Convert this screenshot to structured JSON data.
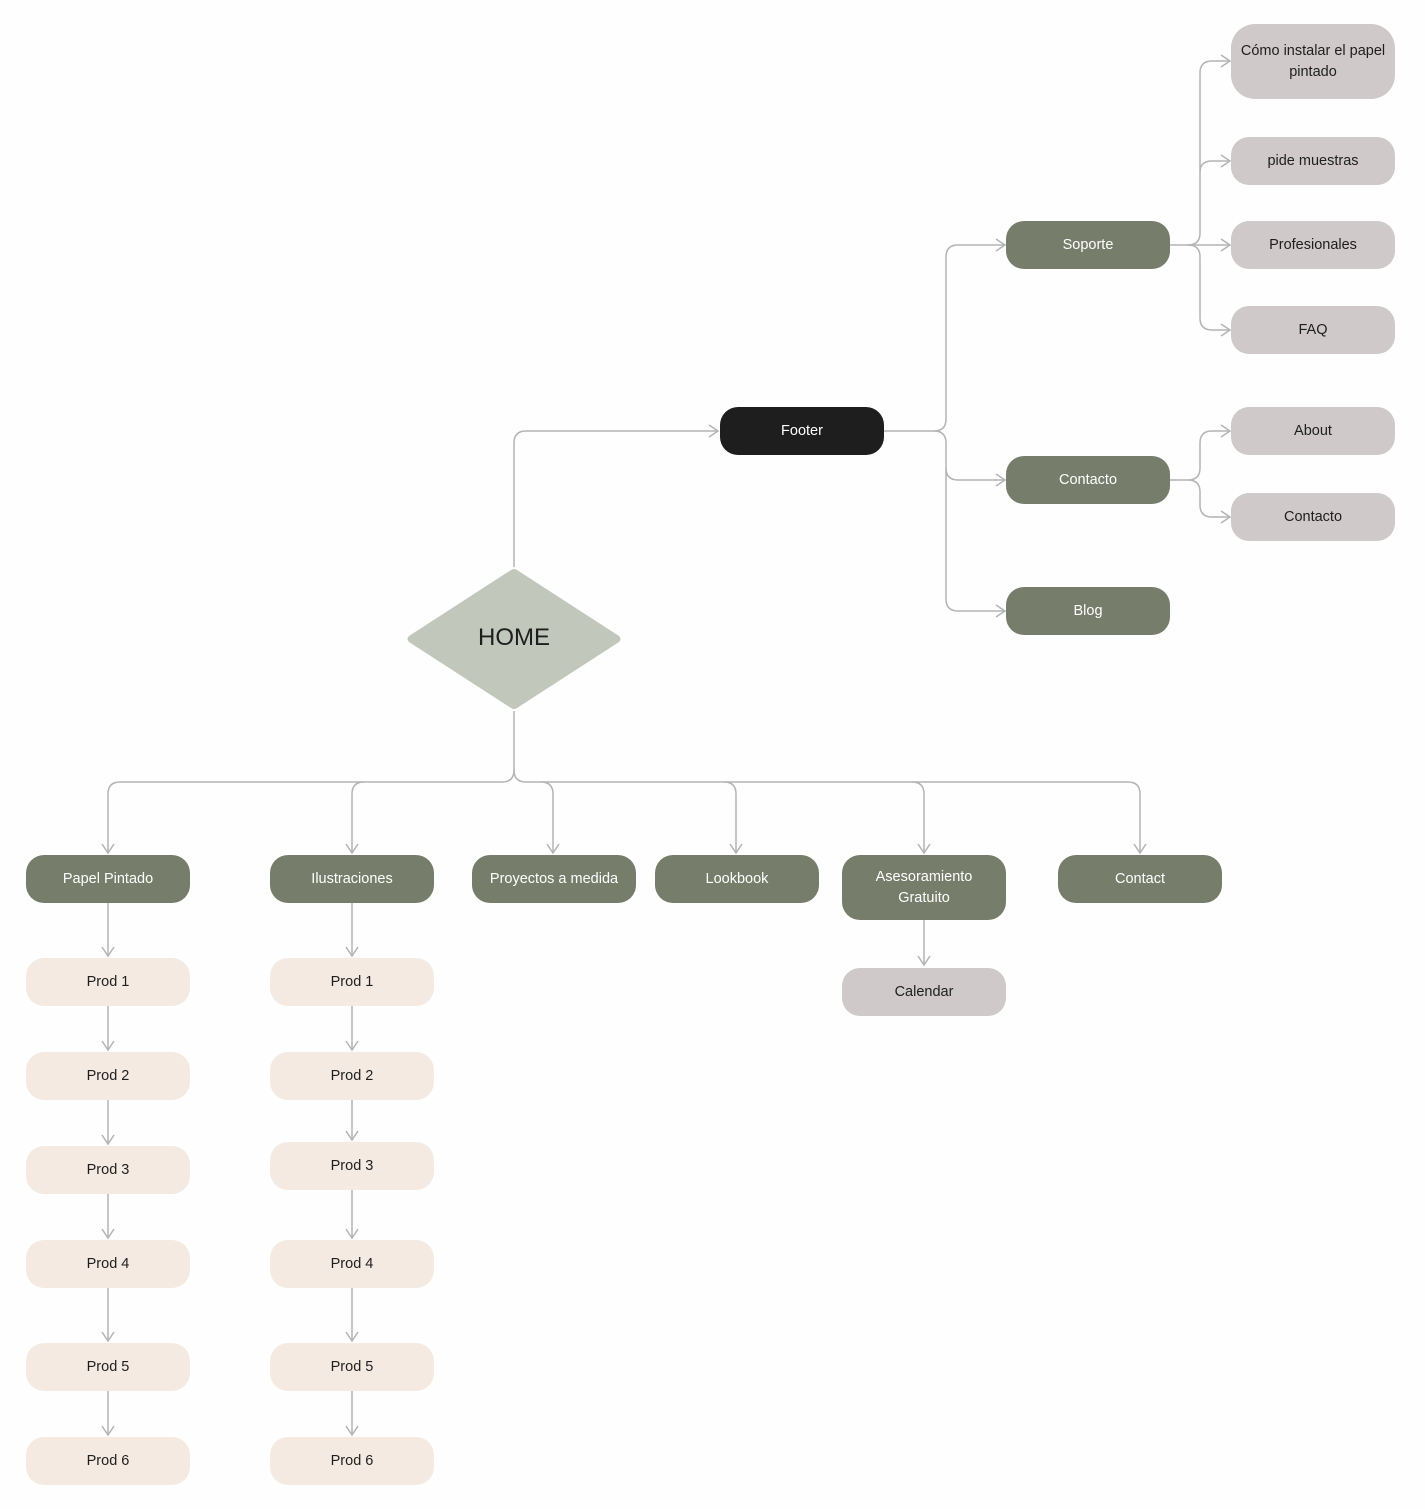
{
  "diagram": {
    "home": "HOME",
    "footer": "Footer",
    "footer_children": {
      "soporte": "Soporte",
      "contacto": "Contacto",
      "blog": "Blog"
    },
    "soporte_children": {
      "instalar": "Cómo instalar el papel pintado",
      "muestras": "pide muestras",
      "profesionales": "Profesionales",
      "faq": "FAQ"
    },
    "contacto_children": {
      "about": "About",
      "contacto": "Contacto"
    },
    "sections": {
      "papel_pintado": "Papel Pintado",
      "ilustraciones": "Ilustraciones",
      "proyectos": "Proyectos a medida",
      "lookbook": "Lookbook",
      "asesoramiento": "Asesoramiento Gratuito",
      "contact": "Contact"
    },
    "calendar": "Calendar",
    "papel_products": [
      "Prod 1",
      "Prod 2",
      "Prod 3",
      "Prod 4",
      "Prod 5",
      "Prod 6"
    ],
    "ilustraciones_products": [
      "Prod 1",
      "Prod 2",
      "Prod 3",
      "Prod 4",
      "Prod 5",
      "Prod 6"
    ]
  },
  "colors": {
    "section_fill": "#777d6b",
    "footer_fill": "#1e1e1e",
    "sub_fill": "#cfc9c9",
    "product_fill": "#f4eae1",
    "home_fill": "#c1c7bb",
    "connector": "#b4b4b4"
  }
}
